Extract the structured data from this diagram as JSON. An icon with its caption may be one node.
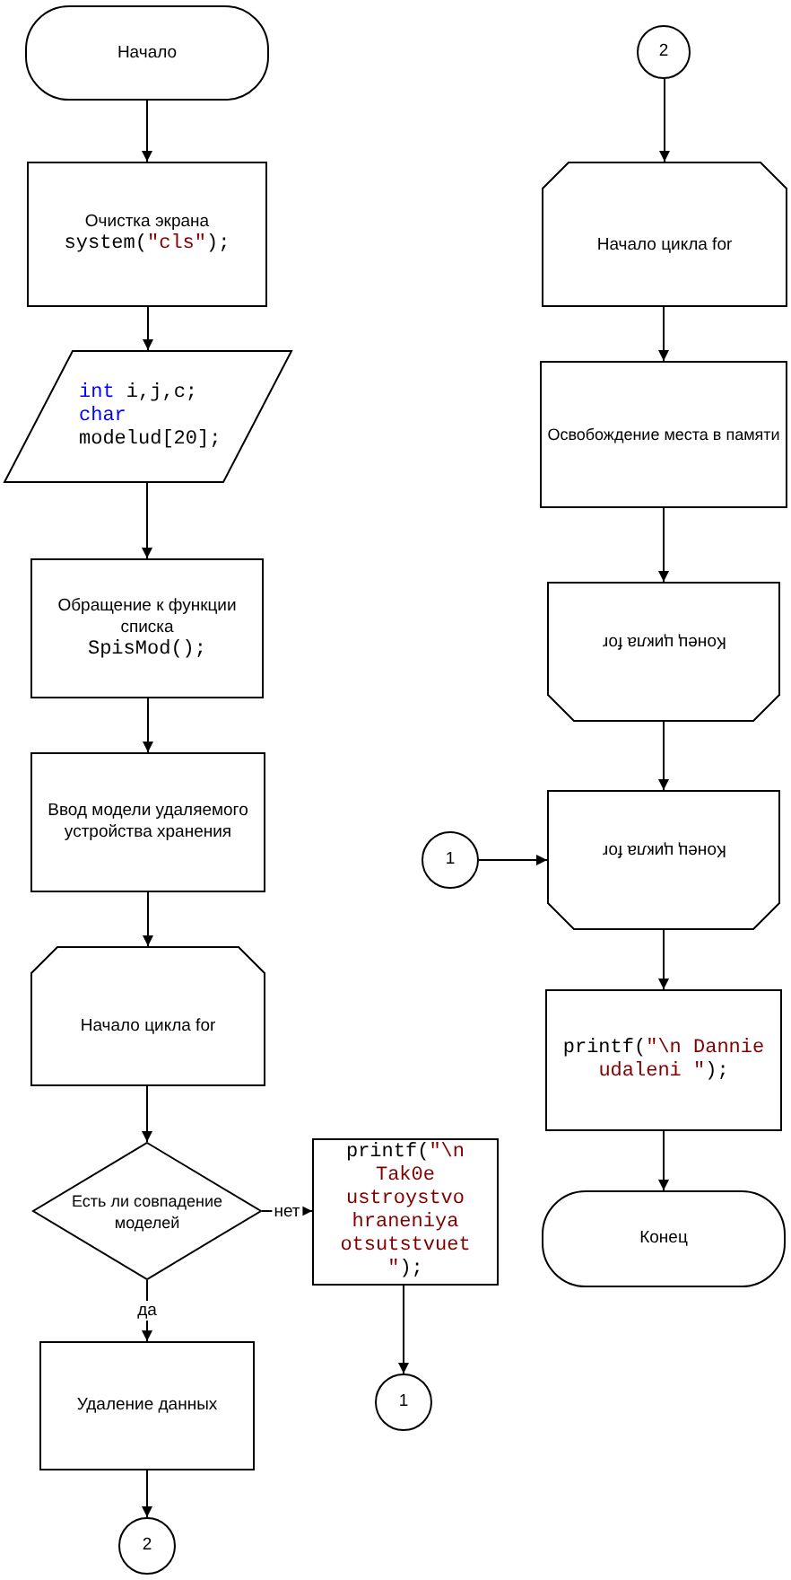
{
  "diagram": {
    "nodes": [
      {
        "text": [
          "Начало"
        ]
      },
      {
        "text": [
          "Очистка экрана",
          "system(\"cls\");"
        ]
      },
      {
        "text": [
          "int i,j,c;",
          "char modelud[20];"
        ]
      },
      {
        "text": [
          "Обращение к функции списка",
          "SpisMod();"
        ]
      },
      {
        "text": [
          "Ввод модели удаляемого устройства хранения"
        ]
      },
      {
        "text": [
          "Начало цикла for"
        ]
      },
      {
        "text": [
          "Есть ли совпадение моделей"
        ]
      },
      {
        "text": [
          "printf(\"\\n Tak0e ustroystvo hraneniya otsutstvuet \");"
        ]
      },
      {
        "text": [
          "1"
        ]
      },
      {
        "text": [
          "Удаление данных"
        ]
      },
      {
        "text": [
          "2"
        ]
      },
      {
        "text": [
          "2"
        ]
      },
      {
        "text": [
          "Начало цикла for"
        ]
      },
      {
        "text": [
          "Освобождение места в памяти"
        ]
      },
      {
        "text": [
          "Конец цикла for"
        ]
      },
      {
        "text": [
          "1"
        ]
      },
      {
        "text": [
          "Конец цикла for"
        ]
      },
      {
        "text": [
          "printf(\"\\n Dannie udaleni \");"
        ]
      },
      {
        "text": [
          "Конец"
        ]
      }
    ],
    "edges": [
      {
        "from": 0,
        "to": 1,
        "arrow": "to"
      },
      {
        "from": 1,
        "to": 2,
        "arrow": "to"
      },
      {
        "from": 2,
        "to": 3,
        "arrow": "to"
      },
      {
        "from": 3,
        "to": 4,
        "arrow": "to"
      },
      {
        "from": 4,
        "to": 5,
        "arrow": "to"
      },
      {
        "from": 5,
        "to": 6,
        "arrow": "to"
      },
      {
        "from": 6,
        "to": 7,
        "arrow": "to",
        "label": "нет"
      },
      {
        "from": 7,
        "to": 8,
        "arrow": "to"
      },
      {
        "from": 6,
        "to": 9,
        "arrow": "to",
        "label": "да"
      },
      {
        "from": 9,
        "to": 10,
        "arrow": "to"
      },
      {
        "from": 11,
        "to": 12,
        "arrow": "to"
      },
      {
        "from": 12,
        "to": 13,
        "arrow": "to"
      },
      {
        "from": 13,
        "to": 14,
        "arrow": "to"
      },
      {
        "from": 14,
        "to": 16,
        "arrow": "to"
      },
      {
        "from": 15,
        "to": 16,
        "arrow": "to"
      },
      {
        "from": 16,
        "to": 17,
        "arrow": "to"
      },
      {
        "from": 17,
        "to": 18,
        "arrow": "to"
      }
    ]
  }
}
